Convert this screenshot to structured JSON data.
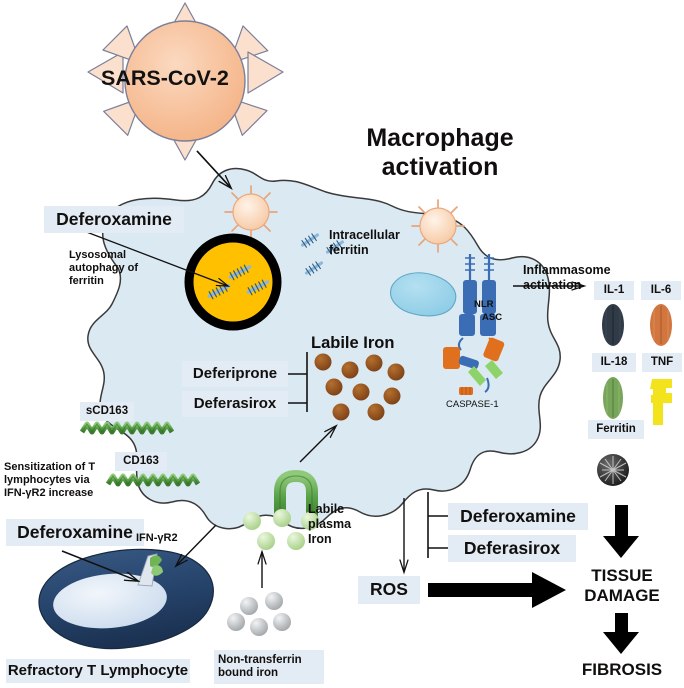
{
  "diagram": {
    "title": "Macrophage activation",
    "virus": {
      "label": "SARS-CoV-2",
      "color": "#f4b183"
    },
    "labels": {
      "deferoxamine_lysosome": "Deferoxamine",
      "lysosomal_autophagy": "Lysosomal\nautophagy of\nferritin",
      "intracellular_ferritin": "Intracellular\nferritin",
      "labile_iron": "Labile Iron",
      "deferiprone": "Deferiprone",
      "deferasirox_iron": "Deferasirox",
      "nlr": "NLR",
      "asc": "ASC",
      "caspase1": "CASPASE-1",
      "inflammasome_activation": "Inflammasome\nactivation",
      "scd163": "sCD163",
      "cd163": "CD163",
      "sensitization": "Sensitization of T\nlymphocytes via\nIFN-γR2 increase",
      "deferoxamine_tcell": "Deferoxamine",
      "ifn_gamma_r2": "IFN-γR2",
      "refractory_t_lymphocyte": "Refractory T Lymphocyte",
      "labile_plasma_iron": "Labile\nplasma\nIron",
      "non_transferrin_bound_iron": "Non-transferrin\nbound iron",
      "deferoxamine_ros": "Deferoxamine",
      "deferasirox_ros": "Deferasirox",
      "ros": "ROS",
      "tissue_damage": "TISSUE\nDAMAGE",
      "fibrosis": "FIBROSIS"
    },
    "cytokines": [
      {
        "name": "IL-1",
        "color": "#303b47"
      },
      {
        "name": "IL-6",
        "color": "#d1763f"
      },
      {
        "name": "IL-18",
        "color": "#77a65a"
      },
      {
        "name": "TNF",
        "color": "#f2e31c"
      },
      {
        "name": "Ferritin",
        "color": "#2b2b2b"
      }
    ],
    "colors": {
      "chip_bg": "#e3ebf5",
      "macrophage_fill": "#dbe9f2",
      "macrophage_stroke": "#3d3d3d",
      "nucleus": "#93d0e8",
      "lysosome_fill": "#ffc000",
      "lysosome_stroke": "#000000",
      "labile_iron": "#8a4b23",
      "plasma_iron": "#c3e0a8",
      "ntbi_iron": "#b9bcbe",
      "cd163": "#5aa04a",
      "inflammasome_blue": "#3b6db5",
      "inflammasome_orange": "#e0701d",
      "inflammasome_green": "#8ed36a",
      "t_lymphocyte": "#27456e",
      "text": "#100f0d"
    }
  }
}
